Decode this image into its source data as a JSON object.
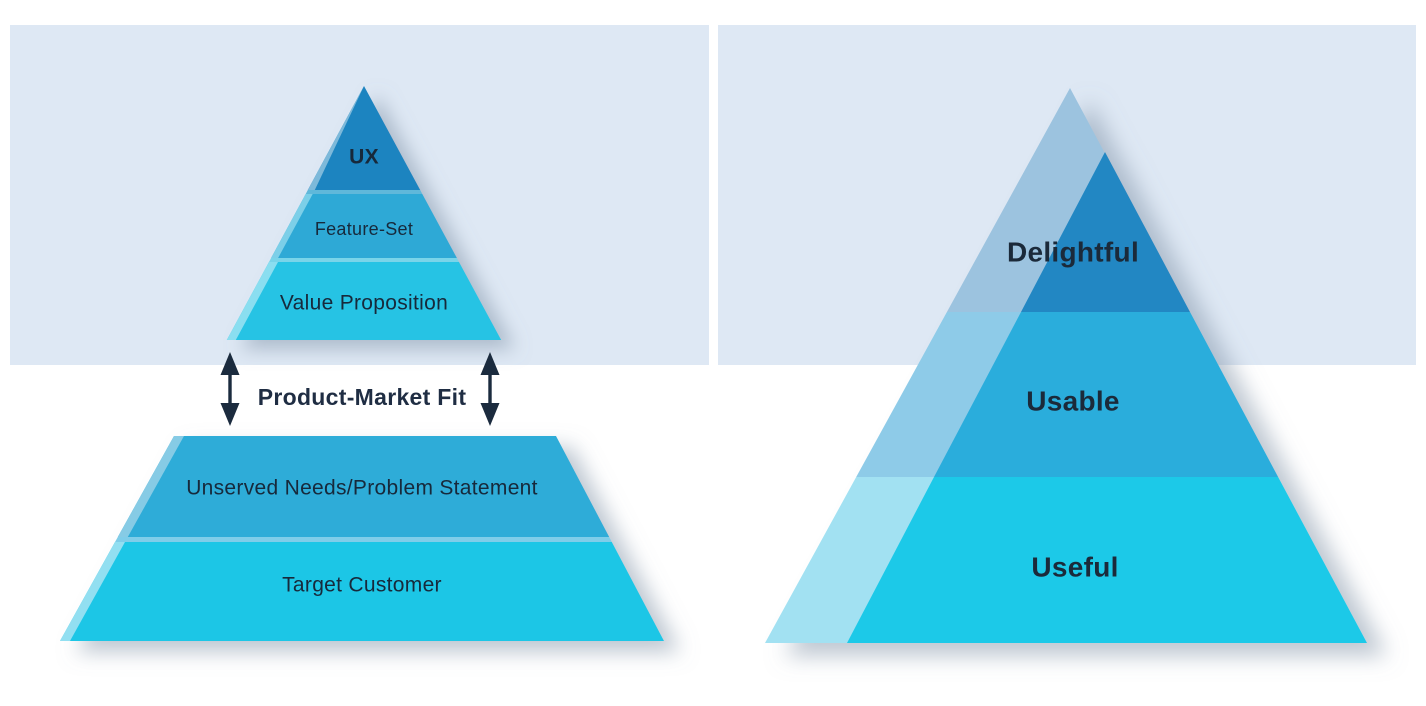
{
  "background": {
    "panel_color": "#dee8f4"
  },
  "left_diagram": {
    "product_pyramid": {
      "layers": [
        {
          "label": "UX",
          "color": "#1f84c0",
          "bevel_color": "#7db9da"
        },
        {
          "label": "Feature-Set",
          "color": "#2fa9d6",
          "bevel_color": "#7ccfe8"
        },
        {
          "label": "Value Proposition",
          "color": "#27c3e4",
          "bevel_color": "#8adef0"
        }
      ],
      "separator_colors": [
        "#5fb8da",
        "#79d4e9"
      ]
    },
    "connector_label": "Product-Market Fit",
    "market_pyramid": {
      "layers": [
        {
          "label": "Unserved Needs/Problem Statement",
          "color": "#2dacd8",
          "bevel_color": "#86cbe5"
        },
        {
          "label": "Target Customer",
          "color": "#1cc6e6",
          "bevel_color": "#92dff1"
        }
      ],
      "separator_color": "#7fcde9"
    }
  },
  "right_diagram": {
    "layers": [
      {
        "label": "Delightful",
        "color": "#2187c3",
        "band_color": "#9cc3df"
      },
      {
        "label": "Usable",
        "color": "#2baddc",
        "band_color": "#8ecbe8"
      },
      {
        "label": "Useful",
        "color": "#1fc9e8",
        "band_color": "#a2e1f2"
      }
    ]
  },
  "colors": {
    "arrow": "#1b2b3e",
    "label_text": "#17293b",
    "pmf_text": "#1f2d43"
  }
}
